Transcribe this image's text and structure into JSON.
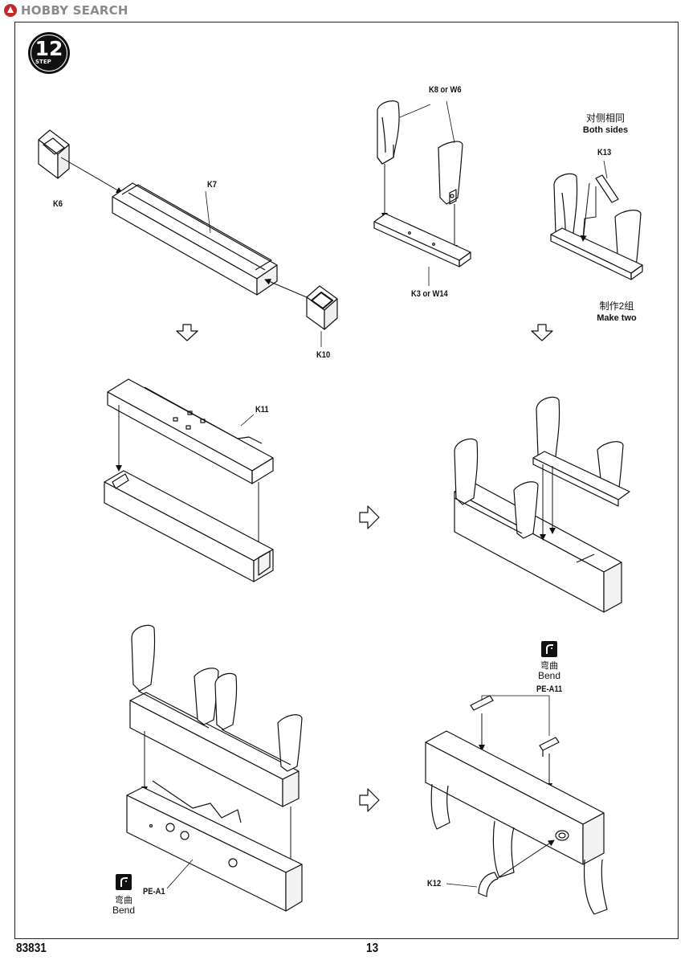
{
  "watermark": {
    "text": "HOBBY SEARCH",
    "icon": "hobby-search-logo-icon"
  },
  "step": {
    "number": "12",
    "label": "STEP"
  },
  "labels": {
    "k6": "K6",
    "k7": "K7",
    "k10": "K10",
    "k8_or_w6": "K8 or W6",
    "k3_or_w14": "K3 or W14",
    "k13": "K13",
    "both_sides_cn": "对侧相同",
    "both_sides_en": "Both sides",
    "make_two_cn": "制作2组",
    "make_two_en": "Make two",
    "k11": "K11",
    "pe_a11": "PE-A11",
    "pe_a1": "PE-A1",
    "k12": "K12"
  },
  "bend_notes": [
    {
      "cn": "弯曲",
      "en": "Bend",
      "icon": "bend-icon"
    },
    {
      "cn": "弯曲",
      "en": "Bend",
      "icon": "bend-icon"
    }
  ],
  "footer": {
    "kit_number": "83831",
    "page_number": "13"
  }
}
